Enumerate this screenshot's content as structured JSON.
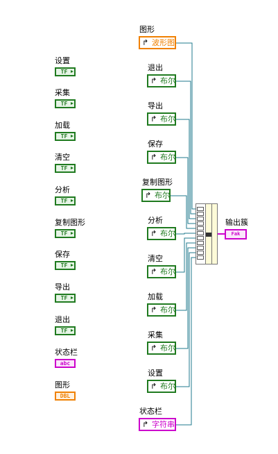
{
  "left_terminals": [
    {
      "label": "设置",
      "kind": "bool",
      "text": "TF"
    },
    {
      "label": "采集",
      "kind": "bool",
      "text": "TF"
    },
    {
      "label": "加载",
      "kind": "bool",
      "text": "TF"
    },
    {
      "label": "清空",
      "kind": "bool",
      "text": "TF"
    },
    {
      "label": "分析",
      "kind": "bool",
      "text": "TF"
    },
    {
      "label": "复制图形",
      "kind": "bool",
      "text": "TF"
    },
    {
      "label": "保存",
      "kind": "bool",
      "text": "TF"
    },
    {
      "label": "导出",
      "kind": "bool",
      "text": "TF"
    },
    {
      "label": "退出",
      "kind": "bool",
      "text": "TF"
    },
    {
      "label": "状态栏",
      "kind": "string",
      "text": "abc"
    },
    {
      "label": "图形",
      "kind": "dbl",
      "text": "DBL"
    }
  ],
  "references": [
    {
      "label": "图形",
      "type": "波形图",
      "color": "orange"
    },
    {
      "label": "退出",
      "type": "布尔",
      "color": "green"
    },
    {
      "label": "导出",
      "type": "布尔",
      "color": "green"
    },
    {
      "label": "保存",
      "type": "布尔",
      "color": "green"
    },
    {
      "label": "复制图形",
      "type": "布尔",
      "color": "green"
    },
    {
      "label": "分析",
      "type": "布尔",
      "color": "green"
    },
    {
      "label": "清空",
      "type": "布尔",
      "color": "green"
    },
    {
      "label": "加载",
      "type": "布尔",
      "color": "green"
    },
    {
      "label": "采集",
      "type": "布尔",
      "color": "green"
    },
    {
      "label": "设置",
      "type": "布尔",
      "color": "green"
    },
    {
      "label": "状态栏",
      "type": "字符串",
      "color": "magenta"
    }
  ],
  "output": {
    "label": "输出簇",
    "text": "Fak"
  },
  "colors": {
    "wire": "#1f7a8c",
    "bool": "#1f7a1f",
    "string": "#cc00cc",
    "dbl": "#f08000"
  }
}
